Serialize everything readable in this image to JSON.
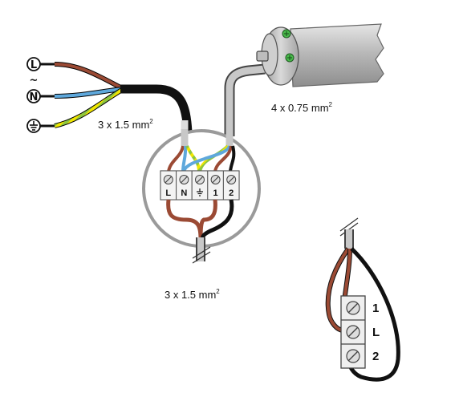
{
  "supply": {
    "live_symbol": "L",
    "ac_symbol": "~",
    "neutral_symbol": "N",
    "earth_icon": "earth-ground-icon",
    "cable_label": "3 x 1.5 mm",
    "cable_sup": "2"
  },
  "motor": {
    "cable_label": "4 x 0.75 mm",
    "cable_sup": "2"
  },
  "junction_box": {
    "terminals": [
      "L",
      "N",
      "",
      "1",
      "2"
    ],
    "earth_terminal_icon": "earth-ground-icon",
    "outlet_label": "3 x 1.5 mm",
    "outlet_sup": "2"
  },
  "switch_block": {
    "terminals": [
      "1",
      "L",
      "2"
    ]
  },
  "colors": {
    "live_brown": "#9b4a34",
    "neutral_blue": "#5ea8dc",
    "earth_green": "#8dc63f",
    "earth_yellow": "#f2e600",
    "black_wire": "#111111",
    "cable_grey": "#c8c8c8",
    "box_grey": "#9a9a9a"
  }
}
